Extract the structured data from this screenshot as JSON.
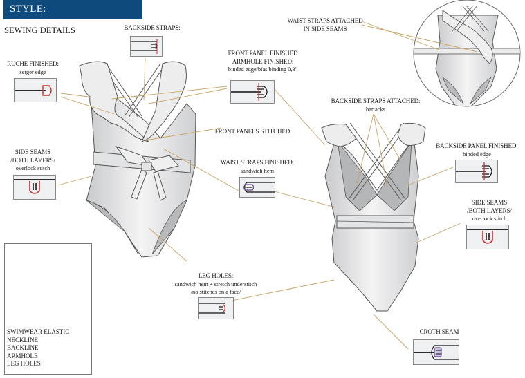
{
  "header": {
    "style_label": "STYLE:"
  },
  "section_title": "SEWING DETAILS",
  "colors": {
    "header_bg": "#0e4a7b",
    "leader_line": "#c8a464",
    "seam_red": "#d42a2a",
    "seam_purple": "#6b4c8f",
    "garment_fill": "#e8e9ea",
    "garment_shadow": "#b9babc"
  },
  "callouts": {
    "backside_straps": {
      "title": "BACKSIDE STRAPS:"
    },
    "ruche_finished": {
      "title": "RUCHE FINISHED:",
      "detail": "serger edge"
    },
    "front_panel_finished": {
      "title_line1": "FRONT PANEL FINISHED",
      "title_line2": "ARMHOLE FINISHED:",
      "detail": "binded edge/bias binding 0,3\""
    },
    "waist_straps_attached": {
      "title_line1": "WAIST STRAPS ATTACHED",
      "title_line2": "IN SIDE SEAMS"
    },
    "front_panels_stitched": {
      "title": "FRONT PANELS STITCHED"
    },
    "backside_straps_attached": {
      "title": "BACKSIDE STRAPS ATTACHED:",
      "detail": "bartacks"
    },
    "side_seams_left": {
      "title_line1": "SIDE SEAMS",
      "title_line2": "/BOTH LAYERS/",
      "detail": "overlock stitch"
    },
    "waist_straps_finished": {
      "title": "WAIST STRAPS FINISHED:",
      "detail": "sandwich hem"
    },
    "backside_panel_finished": {
      "title": "BACKSIDE PANEL FINISHED:",
      "detail": "binded edge"
    },
    "side_seams_right": {
      "title_line1": "SIDE SEAMS",
      "title_line2": "/BOTH LAYERS/",
      "detail": "overlock stitch"
    },
    "leg_holes": {
      "title": "LEG HOLES:",
      "detail_line1": "sandwich hem + stretch understitch",
      "detail_line2": "/no stitches on a face/"
    },
    "croth_seam": {
      "title": "CROTH SEAM"
    }
  },
  "elastic_legend": {
    "items": [
      "SWIMWEAR ELASTIC",
      "NECKLINE",
      "BACKLINE",
      "ARMHOLE",
      "LEG HOLES"
    ]
  }
}
